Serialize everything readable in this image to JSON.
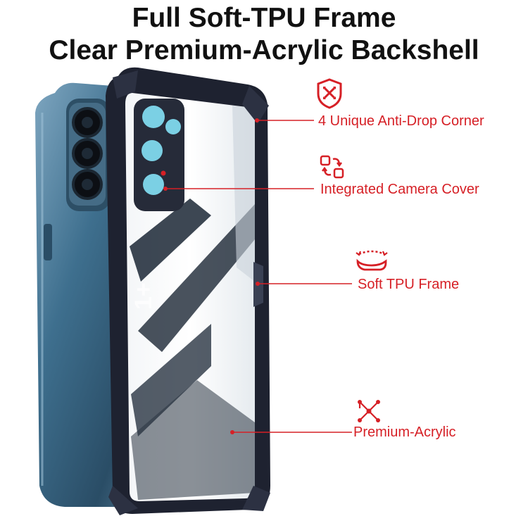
{
  "title": {
    "line1": "Full Soft-TPU Frame",
    "line2": "Clear Premium-Acrylic Backshell"
  },
  "callouts": [
    {
      "label": "4 Unique Anti-Drop Corner",
      "icon": "shield-icon"
    },
    {
      "label": "Integrated Camera Cover",
      "icon": "camera-cover-icon"
    },
    {
      "label": "Soft TPU Frame",
      "icon": "flexible-frame-icon"
    },
    {
      "label": "Premium-Acrylic",
      "icon": "molecule-icon"
    }
  ],
  "product": {
    "brand_mark": "1+"
  },
  "colors": {
    "accent": "#d62026",
    "frame": "#1e2230",
    "phone_body": "#3e6f8e"
  }
}
